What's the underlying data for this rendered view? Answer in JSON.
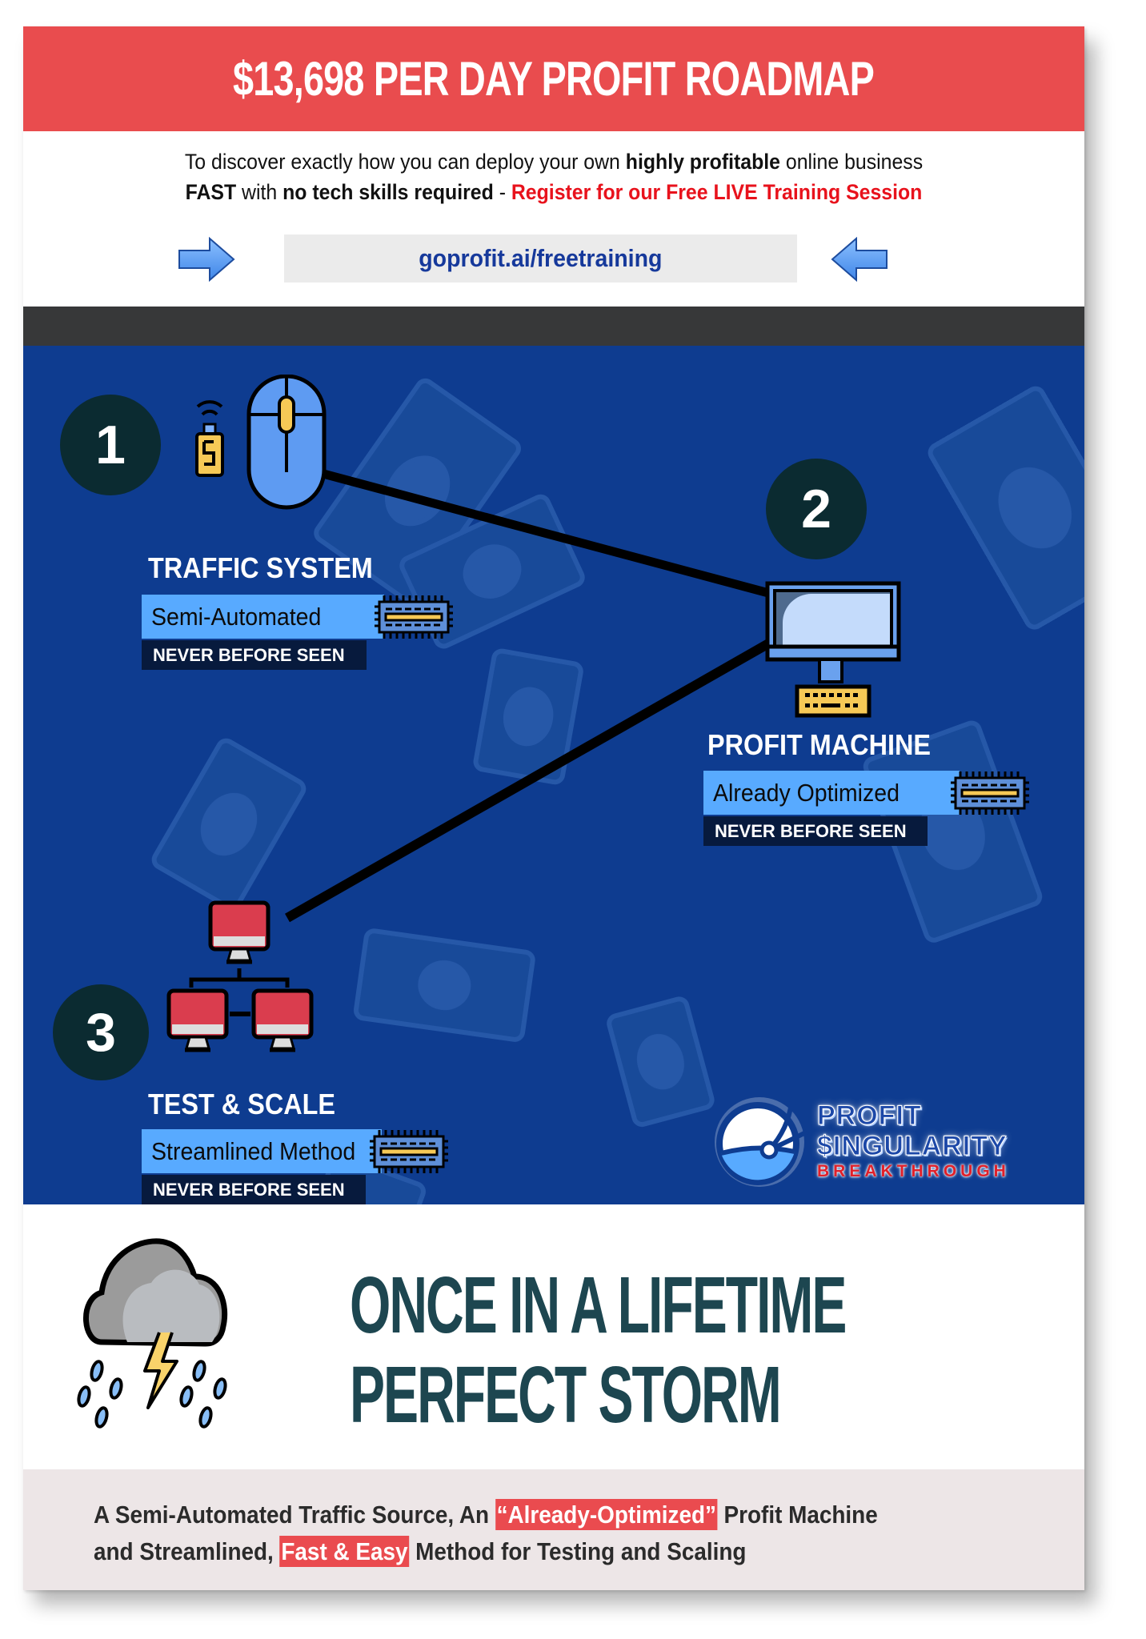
{
  "header": {
    "title": "$13,698 PER DAY PROFIT ROADMAP"
  },
  "intro": {
    "line1_a": "To discover exactly how you can deploy your own ",
    "line1_b": "highly profitable",
    "line1_c": " online business",
    "line2_a": "FAST",
    "line2_b": " with ",
    "line2_c": "no tech skills required",
    "line2_d": " - ",
    "line2_e": "Register for our Free LIVE Training Session"
  },
  "cta": {
    "url": "goprofit.ai/freetraining",
    "left_arrow_icon": "arrow-right-icon",
    "right_arrow_icon": "arrow-left-icon"
  },
  "steps": [
    {
      "number": "1",
      "title": "TRAFFIC SYSTEM",
      "bar_label": "Semi-Automated",
      "tag": "NEVER BEFORE SEEN",
      "icon": "wireless-mouse-icon"
    },
    {
      "number": "2",
      "title": "PROFIT MACHINE",
      "bar_label": "Already Optimized",
      "tag": "NEVER BEFORE SEEN",
      "icon": "desktop-computer-icon"
    },
    {
      "number": "3",
      "title": "TEST & SCALE",
      "bar_label": "Streamlined Method",
      "tag": "NEVER BEFORE SEEN",
      "icon": "network-computers-icon"
    }
  ],
  "logo": {
    "line1": "PROFIT",
    "line2": "$INGULARITY",
    "line3": "BREAKTHROUGH"
  },
  "storm": {
    "line1": "ONCE IN A LIFETIME",
    "line2": "PERFECT STORM",
    "icon": "thunderstorm-cloud-icon"
  },
  "footer": {
    "l1_a": "A Semi-Automated Traffic Source, An ",
    "l1_hl": "“Already-Optimized”",
    "l1_b": " Profit Machine",
    "l2_a": "and Streamlined, ",
    "l2_hl": "Fast & Easy",
    "l2_b": " Method for Testing and Scaling"
  },
  "colors": {
    "header_red": "#e94c4e",
    "cta_red_text": "#e8121c",
    "url_blue": "#16399b",
    "section_blue": "#0e3c90",
    "circle_dark": "#0b2b31",
    "bar_blue": "#58aaff",
    "tag_navy": "#071a3d",
    "storm_teal": "#1d4650",
    "footer_bg": "#ede6e7"
  }
}
